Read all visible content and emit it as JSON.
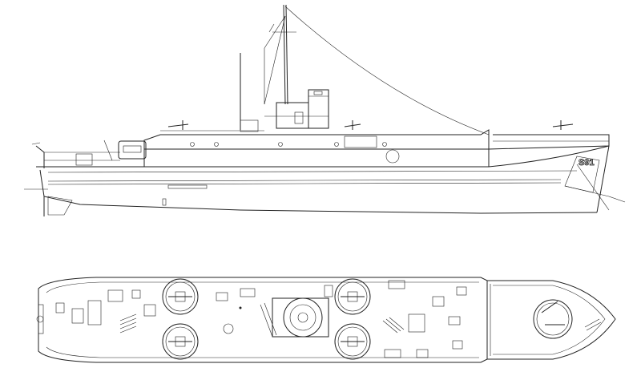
{
  "drawing": {
    "hull_number": "S91",
    "views": [
      "side-elevation",
      "deck-plan"
    ]
  }
}
